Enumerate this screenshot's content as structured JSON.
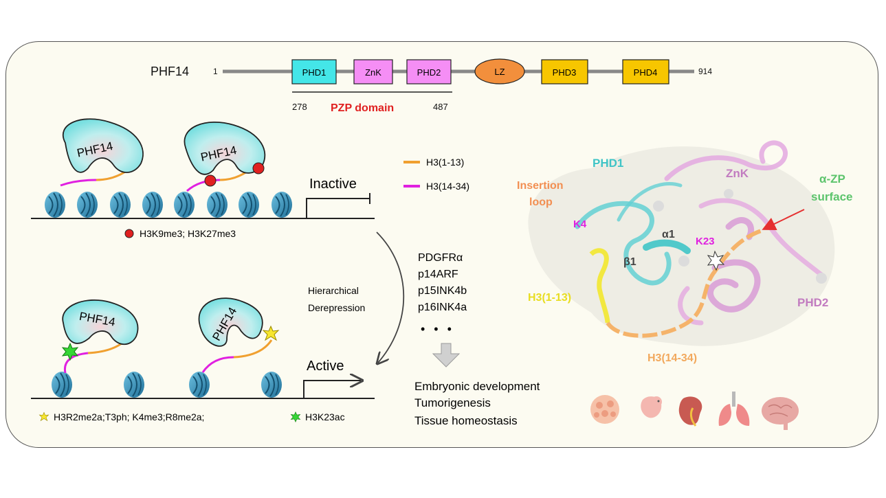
{
  "domain_bar": {
    "protein": "PHF14",
    "start": "1",
    "end": "914",
    "domains": [
      "PHD1",
      "ZnK",
      "PHD2",
      "LZ",
      "PHD3",
      "PHD4"
    ],
    "pzp_start": "278",
    "pzp_end": "487",
    "pzp_label": "PZP domain"
  },
  "legend": {
    "h3_short": "H3(1-13)",
    "h3_long": "H3(14-34)"
  },
  "inactive": {
    "state_label": "Inactive",
    "complex_label": "PHF14",
    "marks": "H3K9me3; H3K27me3"
  },
  "transition": {
    "label_line1": "Hierarchical",
    "label_line2": "Derepression"
  },
  "active": {
    "state_label": "Active",
    "complex_label": "PHF14",
    "marks_star_yellow": "H3R2me2a;T3ph; K4me3;R8me2a;",
    "marks_star_green": "H3K23ac"
  },
  "targets": {
    "genes": [
      "PDGFRα",
      "p14ARF",
      "p15INK4b",
      "p16INK4a"
    ],
    "ellipsis": "• • •",
    "outcomes": [
      "Embryonic development",
      "Tumorigenesis",
      "Tissue homeostasis"
    ]
  },
  "structure": {
    "phd1": "PHD1",
    "znk": "ZnK",
    "phd2": "PHD2",
    "insertion_line1": "Insertion",
    "insertion_line2": "loop",
    "azp_line1": "α-ZP",
    "azp_line2": "surface",
    "k4": "K4",
    "k23": "K23",
    "alpha1": "α1",
    "beta1": "β1",
    "h3_short": "H3(1-13)",
    "h3_long": "H3(14-34)"
  },
  "colors": {
    "phd_cyan": "#44e6e8",
    "znk_pink": "#f58ef5",
    "lz_orange": "#f28f3c",
    "phd_yellow": "#f7c600",
    "h3_orange": "#f0a030",
    "h3_magenta": "#e020e0",
    "pzp_red": "#e02020",
    "nucleosome": "#3b9ac4"
  },
  "organ_icons": [
    "cell-cluster-icon",
    "embryo-icon",
    "kidney-icon",
    "lungs-icon",
    "brain-icon"
  ]
}
